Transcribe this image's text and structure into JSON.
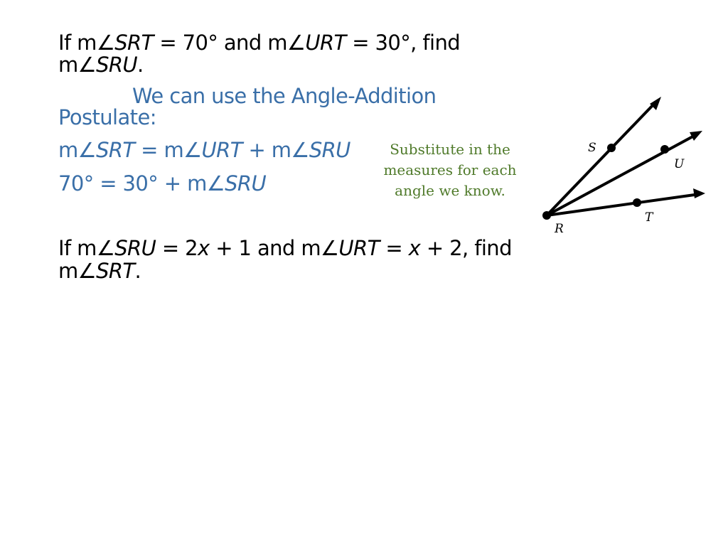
{
  "problem1": {
    "line1": {
      "p1": "If m∠",
      "p2": "SRT",
      "p3": " = 70° and m∠",
      "p4": "URT",
      "p5": " = 30°, find"
    },
    "line2": {
      "p1": "m∠",
      "p2": "SRU",
      "p3": "."
    }
  },
  "solution": {
    "intro_line1": "We can use the Angle-Addition",
    "intro_line2": "Postulate:",
    "eq1": {
      "p1": "m∠",
      "p2": "SRT",
      "p3": " = m∠",
      "p4": "URT",
      "p5": " + m∠",
      "p6": "SRU"
    },
    "eq2": {
      "p1": "70° = 30° + m∠",
      "p2": "SRU"
    }
  },
  "note": {
    "line1": "Substitute in the",
    "line2": "measures for each",
    "line3": "angle we know."
  },
  "problem2": {
    "line1": {
      "p1": "If m∠",
      "p2": "SRU",
      "p3": " = 2",
      "p4": "x",
      "p5": " + 1 and m∠",
      "p6": "URT",
      "p7": " = ",
      "p8": "x",
      "p9": " + 2, find"
    },
    "line2": {
      "p1": "m∠",
      "p2": "SRT",
      "p3": "."
    }
  },
  "diagram": {
    "labels": {
      "s": "S",
      "u": "U",
      "t": "T",
      "r": "R"
    }
  },
  "colors": {
    "problem_text": "#000000",
    "solution_text": "#3a6fa8",
    "note_text": "#4f7a2a"
  }
}
